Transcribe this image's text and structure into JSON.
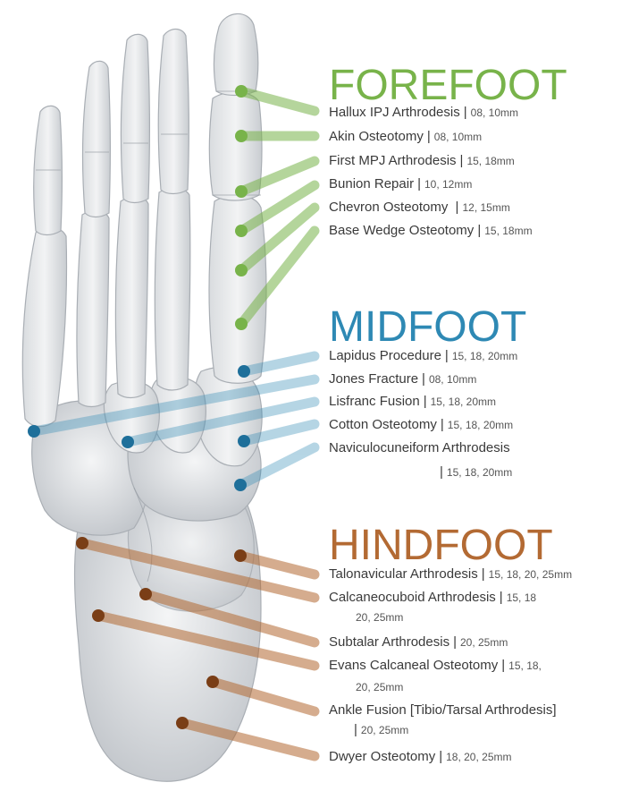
{
  "colors": {
    "forefoot": "#78b34a",
    "midfoot": "#2e89b4",
    "hindfoot": "#b36a33"
  },
  "sections": {
    "forefoot": {
      "title": "FOREFOOT",
      "items": [
        {
          "name": "Hallux IPJ Arthrodesis",
          "sizes": "08, 10mm"
        },
        {
          "name": "Akin Osteotomy",
          "sizes": "08, 10mm"
        },
        {
          "name": "First MPJ Arthrodesis",
          "sizes": "15, 18mm"
        },
        {
          "name": "Bunion Repair",
          "sizes": "10, 12mm"
        },
        {
          "name": "Chevron Osteotomy",
          "sizes": "12, 15mm"
        },
        {
          "name": "Base Wedge Osteotomy",
          "sizes": "15, 18mm"
        }
      ]
    },
    "midfoot": {
      "title": "MIDFOOT",
      "items": [
        {
          "name": "Lapidus Procedure",
          "sizes": "15, 18, 20mm"
        },
        {
          "name": "Jones Fracture",
          "sizes": "08, 10mm"
        },
        {
          "name": "Lisfranc Fusion",
          "sizes": "15, 18, 20mm"
        },
        {
          "name": "Cotton Osteotomy",
          "sizes": "15, 18, 20mm"
        },
        {
          "name": "Naviculocuneiform Arthrodesis",
          "sizes": "15, 18, 20mm"
        }
      ]
    },
    "hindfoot": {
      "title": "HINDFOOT",
      "items": [
        {
          "name": "Talonavicular Arthrodesis",
          "sizes": "15, 18, 20, 25mm"
        },
        {
          "name": "Calcaneocuboid Arthrodesis",
          "sizes": "15, 18",
          "sizes2": "20, 25mm"
        },
        {
          "name": "Subtalar Arthrodesis",
          "sizes": "20, 25mm"
        },
        {
          "name": "Evans Calcaneal Osteotomy",
          "sizes": "15, 18,",
          "sizes2": "20, 25mm"
        },
        {
          "name": "Ankle Fusion [Tibio/Tarsal Arthrodesis]",
          "sizes2": "20, 25mm"
        },
        {
          "name": "Dwyer Osteotomy",
          "sizes": "18, 20, 25mm"
        }
      ]
    }
  }
}
